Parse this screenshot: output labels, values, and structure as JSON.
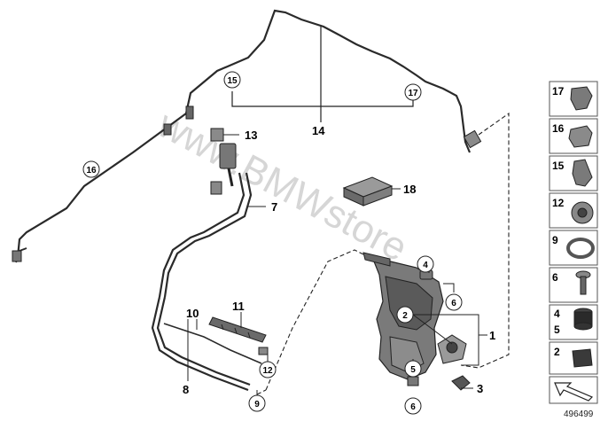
{
  "watermark": "www.BMWstore",
  "diagram_number": "496499",
  "callouts": {
    "c1": "1",
    "c2": "2",
    "c3": "3",
    "c4": "4",
    "c5": "5",
    "c6a": "6",
    "c6b": "6",
    "c7": "7",
    "c8": "8",
    "c9": "9",
    "c10": "10",
    "c11": "11",
    "c12": "12",
    "c13": "13",
    "c14": "14",
    "c15": "15",
    "c16": "16",
    "c17": "17",
    "c18": "18"
  },
  "sidebar": {
    "items": [
      {
        "label": "17"
      },
      {
        "label": "16"
      },
      {
        "label": "15"
      },
      {
        "label": "12"
      },
      {
        "label": "9"
      },
      {
        "label": "6"
      },
      {
        "label": "4"
      },
      {
        "label": "2"
      }
    ],
    "item_4_sub": "5"
  },
  "colors": {
    "line": "#1a1a1a",
    "part_fill": "#7a7a7a",
    "part_dark": "#4a4a4a",
    "sidebar_border": "#555555"
  }
}
